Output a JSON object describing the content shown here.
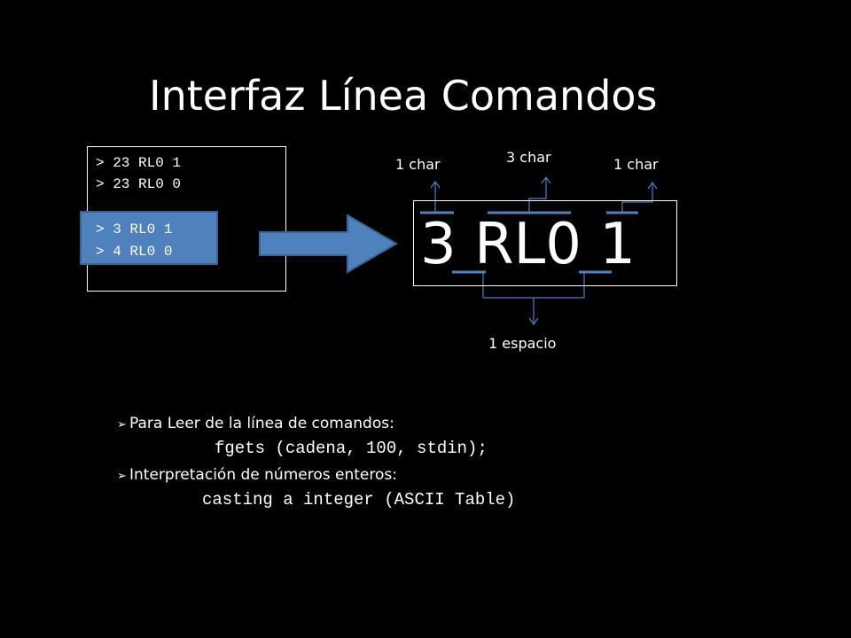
{
  "slide": {
    "title": "Interfaz Línea Comandos"
  },
  "terminal": {
    "lines": [
      "> 23 RL0 1",
      "> 23 RL0 0",
      "> 3 RL0 1",
      "> 4 RL0 0"
    ]
  },
  "diagram": {
    "command_text": "3 RL0 1",
    "labels": {
      "left_char": "1 char",
      "middle_char": "3 char",
      "right_char": "1 char",
      "space": "1 espacio"
    }
  },
  "bullets": [
    {
      "text": "Para Leer de la línea de comandos:",
      "code": "fgets (cadena, 100, stdin);"
    },
    {
      "text": "Interpretación de números enteros:",
      "code": "casting a integer (ASCII Table)"
    }
  ],
  "colors": {
    "background": "#000000",
    "highlight": "#4f81bd",
    "accent_lines": "#4f81bd",
    "text": "#ffffff"
  }
}
